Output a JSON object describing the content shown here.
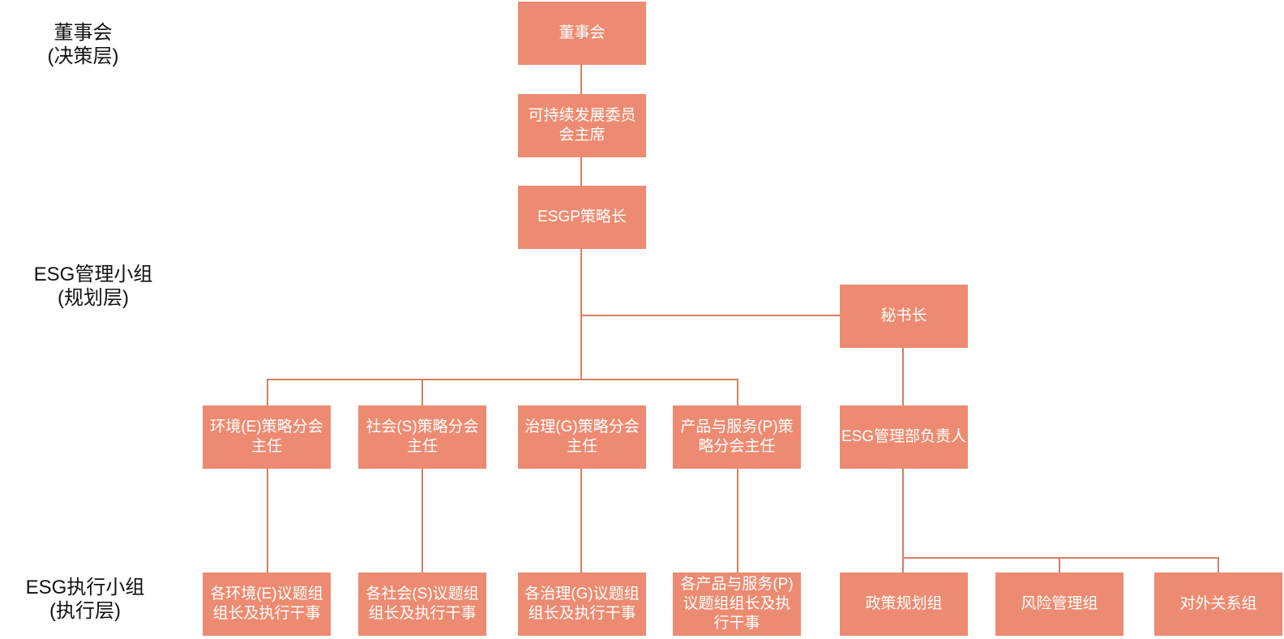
{
  "layer_labels": [
    {
      "id": "decision",
      "text": "董事会\n(决策层)"
    },
    {
      "id": "planning",
      "text": "ESG管理小组\n(规划层)"
    },
    {
      "id": "execution",
      "text": "ESG执行小组\n(执行层)"
    }
  ],
  "nodes": {
    "board": "董事会",
    "sustainability_committee_chair": "可持续发展委员\n会主席",
    "esgp_chief_strategy_officer": "ESGP策略长",
    "secretary_general": "秘书长",
    "env_strategy_director": "环境(E)策略分会\n主任",
    "social_strategy_director": "社会(S)策略分会\n主任",
    "governance_strategy_director": "治理(G)策略分会\n主任",
    "product_service_strategy_director": "产品与服务(P)策\n略分会主任",
    "esg_dept_head": "ESG管理部负责人",
    "env_issue_group_leads": "各环境(E)议题组\n组长及执行干事",
    "social_issue_group_leads": "各社会(S)议题组\n组长及执行干事",
    "governance_issue_group_leads": "各治理(G)议题组\n组长及执行干事",
    "product_issue_group_leads": "各产品与服务(P)\n议题组组长及执\n行干事",
    "policy_planning_group": "政策规划组",
    "risk_management_group": "风险管理组",
    "external_relations_group": "对外关系组"
  },
  "colors": {
    "node_fill": "#EC8B71",
    "node_text": "#FFFFFF",
    "connector": "#D67E60",
    "label_text": "#111111",
    "background": "#FFFFFF"
  }
}
